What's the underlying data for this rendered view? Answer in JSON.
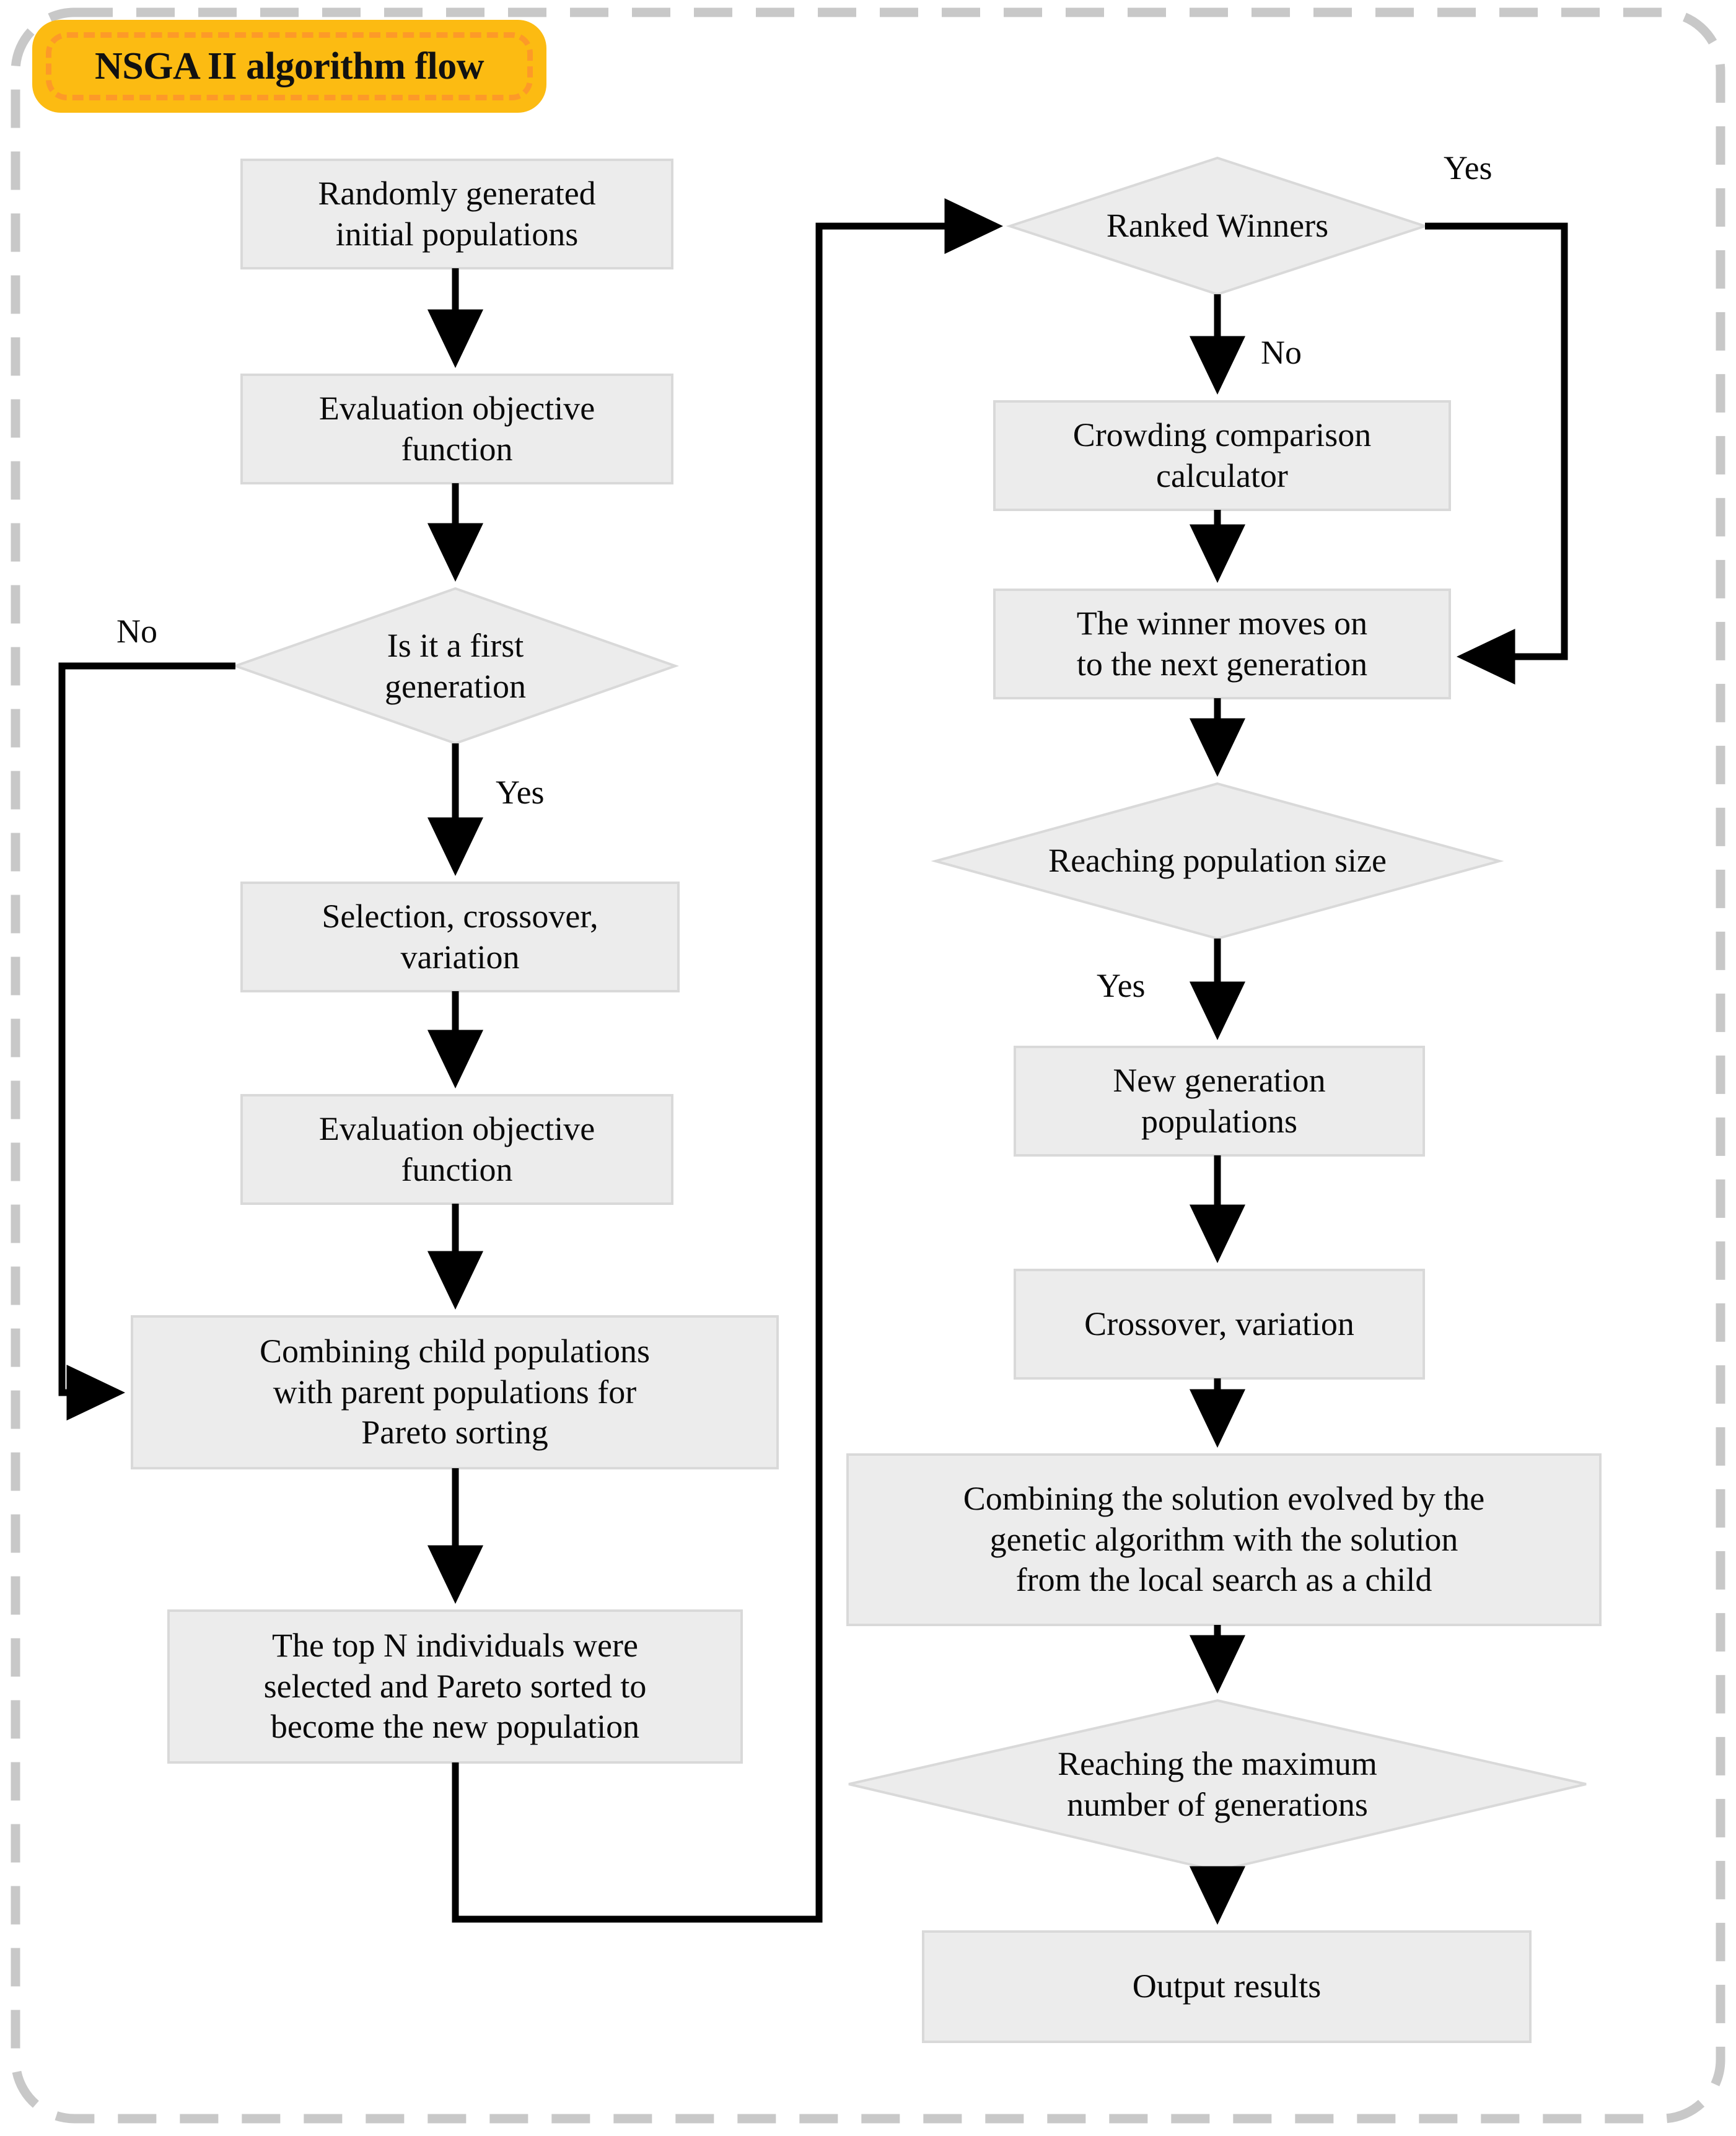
{
  "title": {
    "text": "NSGA II algorithm flow",
    "badge_fill": "#FCBB12",
    "badge_dash": "#FD9A28"
  },
  "frame": {
    "stroke": "#c8c8c8",
    "style": "dashed-rounded-rect"
  },
  "theme": {
    "node_fill": "#ececec",
    "node_stroke": "#d9d9d9",
    "edge_color": "#000000",
    "text_color": "#0a0a0a"
  },
  "nodes": [
    {
      "id": "n1",
      "shape": "rect",
      "label": "Randomly generated\ninitial populations"
    },
    {
      "id": "n2",
      "shape": "rect",
      "label": "Evaluation objective\nfunction"
    },
    {
      "id": "n3",
      "shape": "diamond",
      "label": "Is it a first\ngeneration"
    },
    {
      "id": "n4",
      "shape": "rect",
      "label": "Selection, crossover,\nvariation"
    },
    {
      "id": "n5",
      "shape": "rect",
      "label": "Evaluation objective\nfunction"
    },
    {
      "id": "n6",
      "shape": "rect",
      "label": "Combining child populations\nwith parent populations for\nPareto sorting"
    },
    {
      "id": "n7",
      "shape": "rect",
      "label": "The top N individuals were\nselected and Pareto sorted to\nbecome the new population"
    },
    {
      "id": "n8",
      "shape": "diamond",
      "label": "Ranked Winners"
    },
    {
      "id": "n9",
      "shape": "rect",
      "label": "Crowding comparison\ncalculator"
    },
    {
      "id": "n10",
      "shape": "rect",
      "label": "The winner moves on\nto the next generation"
    },
    {
      "id": "n11",
      "shape": "diamond",
      "label": "Reaching population size"
    },
    {
      "id": "n12",
      "shape": "rect",
      "label": "New generation\npopulations"
    },
    {
      "id": "n13",
      "shape": "rect",
      "label": "Crossover, variation"
    },
    {
      "id": "n14",
      "shape": "rect",
      "label": "Combining the solution evolved by the\ngenetic algorithm with the solution\nfrom the local search as a child"
    },
    {
      "id": "n15",
      "shape": "diamond",
      "label": "Reaching the maximum\nnumber of generations"
    },
    {
      "id": "n16",
      "shape": "rect",
      "label": "Output results"
    }
  ],
  "edge_labels": [
    {
      "id": "e-no-first",
      "text": "No"
    },
    {
      "id": "e-yes-first",
      "text": "Yes"
    },
    {
      "id": "e-yes-ranked",
      "text": "Yes"
    },
    {
      "id": "e-no-ranked",
      "text": "No"
    },
    {
      "id": "e-yes-popsize",
      "text": "Yes"
    }
  ],
  "edges": [
    {
      "from": "n1",
      "to": "n2"
    },
    {
      "from": "n2",
      "to": "n3"
    },
    {
      "from": "n3",
      "to": "n4",
      "label": "Yes"
    },
    {
      "from": "n3",
      "to": "n6",
      "label": "No"
    },
    {
      "from": "n4",
      "to": "n5"
    },
    {
      "from": "n5",
      "to": "n6"
    },
    {
      "from": "n6",
      "to": "n7"
    },
    {
      "from": "n7",
      "to": "n8"
    },
    {
      "from": "n8",
      "to": "n9",
      "label": "No"
    },
    {
      "from": "n8",
      "to": "n10",
      "label": "Yes"
    },
    {
      "from": "n9",
      "to": "n10"
    },
    {
      "from": "n10",
      "to": "n11"
    },
    {
      "from": "n11",
      "to": "n12",
      "label": "Yes"
    },
    {
      "from": "n12",
      "to": "n13"
    },
    {
      "from": "n13",
      "to": "n14"
    },
    {
      "from": "n14",
      "to": "n15"
    },
    {
      "from": "n15",
      "to": "n16"
    }
  ]
}
